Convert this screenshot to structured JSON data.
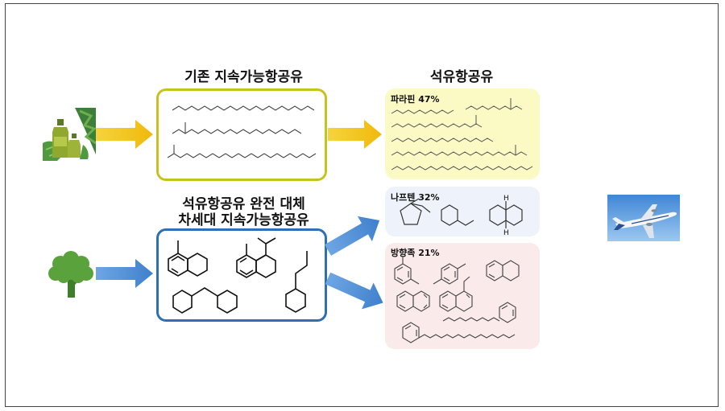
{
  "titles": {
    "existing_saf": "기존 지속가능항공유",
    "petroleum_jet": "석유항공유",
    "next_gen_line1": "석유항공유 완전 대체",
    "next_gen_line2": "차세대 지속가능항공유"
  },
  "fractions": [
    {
      "name": "파라핀",
      "percent": "47%",
      "color": "#fbf9c4"
    },
    {
      "name": "나프텐",
      "percent": "32%",
      "color": "#eef3fb"
    },
    {
      "name": "방향족",
      "percent": "21%",
      "color": "#fbeaea"
    }
  ],
  "atom_labels": {
    "hydrogen": "H"
  },
  "colors": {
    "yellow_arrow": "#f3c21a",
    "blue_arrow": "#4f8fd6",
    "existing_box_border": "#c7c21e",
    "next_gen_box_border": "#2e6fb5"
  },
  "icons": [
    "palm-oil-bottles-icon",
    "tree-icon",
    "airplane-icon"
  ]
}
